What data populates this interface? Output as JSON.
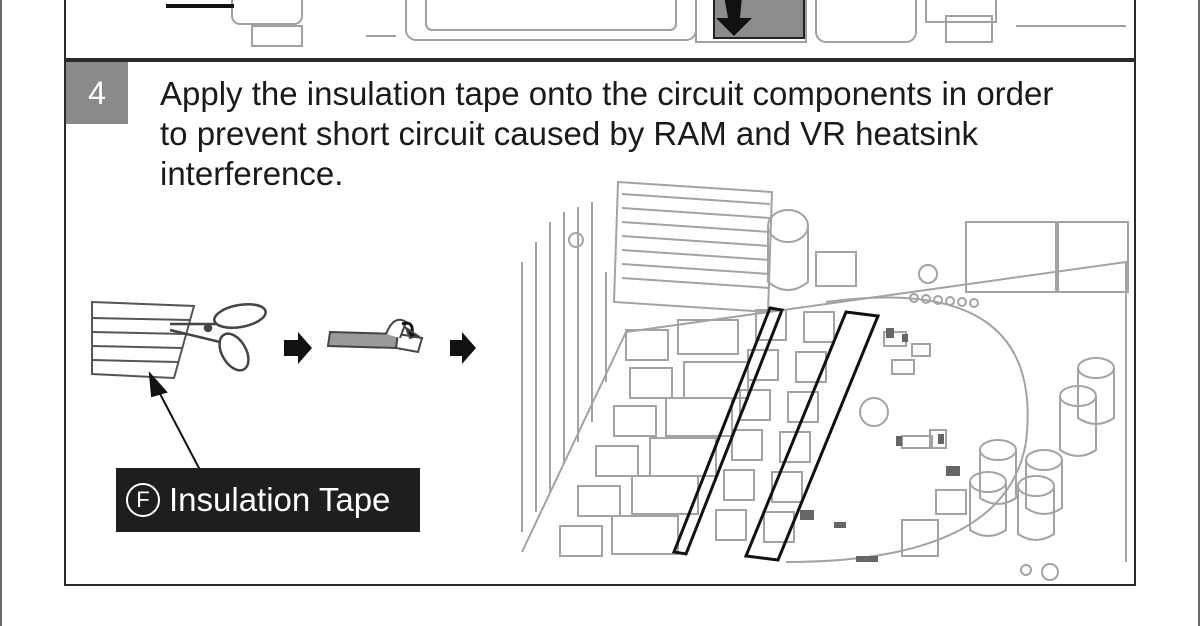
{
  "step": {
    "number": "4",
    "instruction": "Apply the insulation tape onto the circuit components in order to prevent short circuit caused by RAM and VR heatsink interference."
  },
  "label": {
    "letter": "F",
    "text": "Insulation Tape"
  },
  "icons": [
    "scissors-icon",
    "arrow-right-icon",
    "tape-peel-icon",
    "circuit-board-illustration",
    "down-arrow-icon"
  ],
  "colors": {
    "badge": "#8a8a8a",
    "label_bg": "#1e1e1e",
    "line_art": "#9a9a9a",
    "frame": "#2a2a2a"
  }
}
